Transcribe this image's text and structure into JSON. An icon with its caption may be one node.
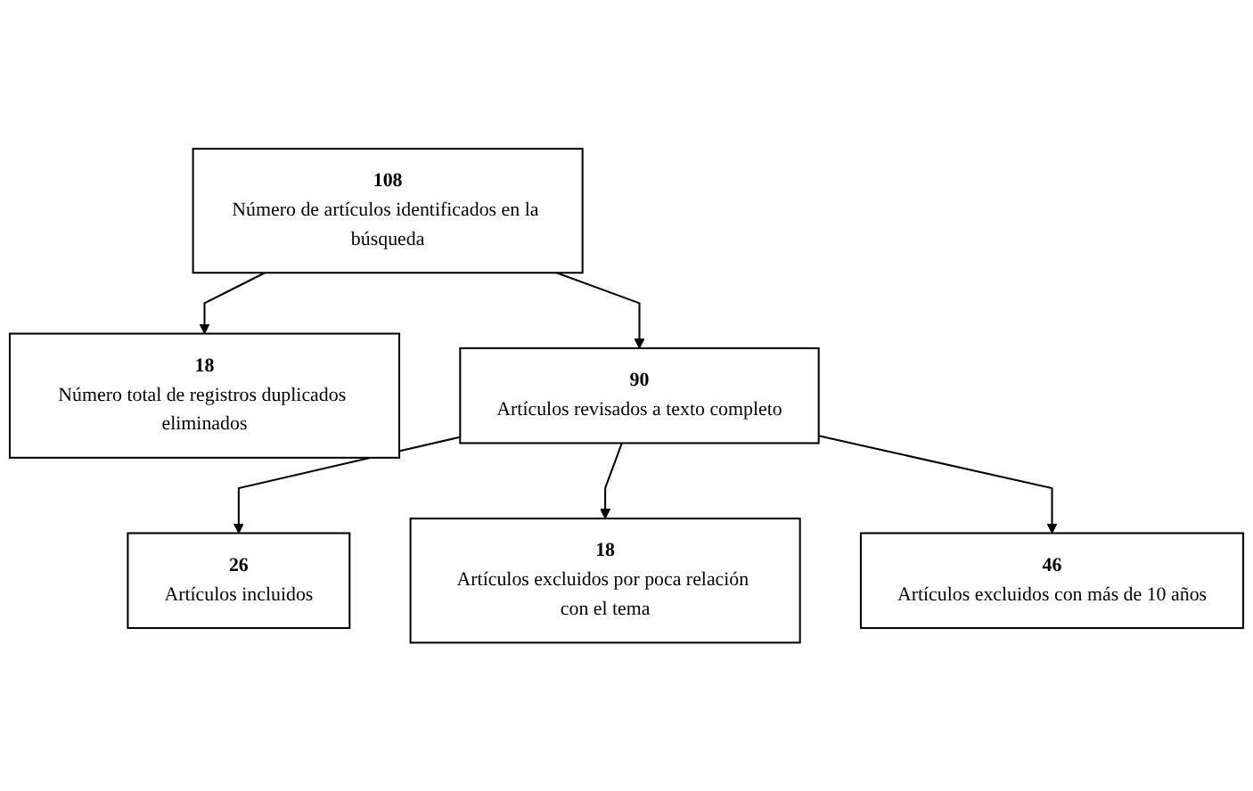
{
  "diagram": {
    "nodes": [
      {
        "text": [
          "108",
          "Número de artículos identificados en la búsqueda"
        ]
      },
      {
        "text": [
          "18",
          "Número total de registros duplicados eliminados"
        ]
      },
      {
        "text": [
          "90",
          "Artículos revisados a texto completo"
        ]
      },
      {
        "text": [
          "18",
          "Artículos excluidos por poca relación con el tema"
        ]
      },
      {
        "text": [
          "46",
          "Artículos excluidos con más de 10 años"
        ]
      },
      {
        "text": [
          "26",
          "Artículos incluidos"
        ]
      }
    ],
    "edges": [
      {
        "from": 0,
        "to": 2,
        "arrow": "to"
      },
      {
        "from": 0,
        "to": 1,
        "arrow": "to"
      },
      {
        "from": 2,
        "to": 5,
        "arrow": "to"
      },
      {
        "from": 2,
        "to": 3,
        "arrow": "to"
      },
      {
        "from": 2,
        "to": 4,
        "arrow": "to"
      }
    ]
  }
}
